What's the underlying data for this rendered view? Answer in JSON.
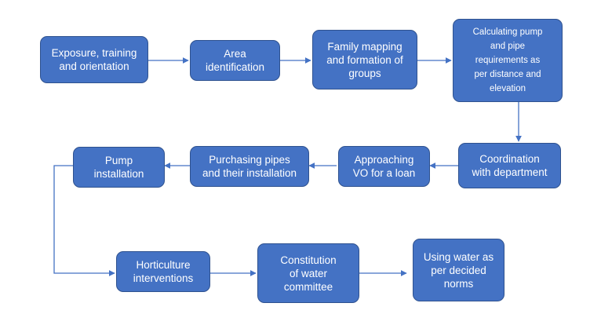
{
  "diagram": {
    "colors": {
      "box_fill": "#4472c4",
      "box_border": "#2f528f",
      "text": "#ffffff",
      "arrow": "#4472c4"
    },
    "steps": [
      {
        "label": "Exposure, training\nand orientation"
      },
      {
        "label": "Area\nidentification"
      },
      {
        "label": "Family mapping\nand formation of\ngroups"
      },
      {
        "label": "Calculating pump\nand pipe\nrequirements as\nper distance and\nelevation"
      },
      {
        "label": "Coordination\nwith department"
      },
      {
        "label": "Approaching\nVO for a loan"
      },
      {
        "label": "Purchasing pipes\nand their installation"
      },
      {
        "label": "Pump\ninstallation"
      },
      {
        "label": "Horticulture\ninterventions"
      },
      {
        "label": "Constitution\nof water\ncommittee"
      },
      {
        "label": "Using water as\nper decided\nnorms"
      }
    ]
  }
}
